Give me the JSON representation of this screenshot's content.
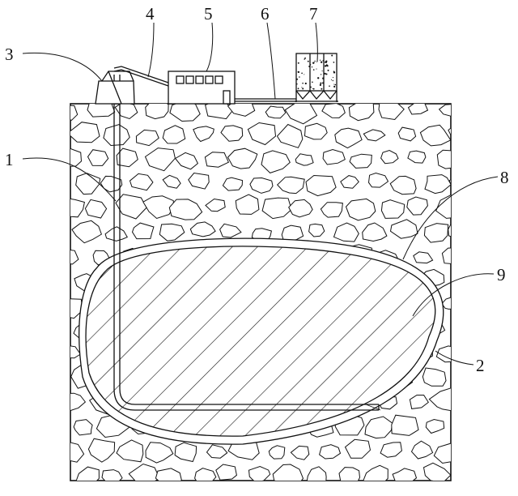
{
  "diagram": {
    "type": "patent-style cross-section schematic",
    "stroke_color": "#111111",
    "background_color": "#ffffff",
    "labels": [
      "1",
      "2",
      "3",
      "4",
      "5",
      "6",
      "7",
      "8",
      "9"
    ]
  }
}
